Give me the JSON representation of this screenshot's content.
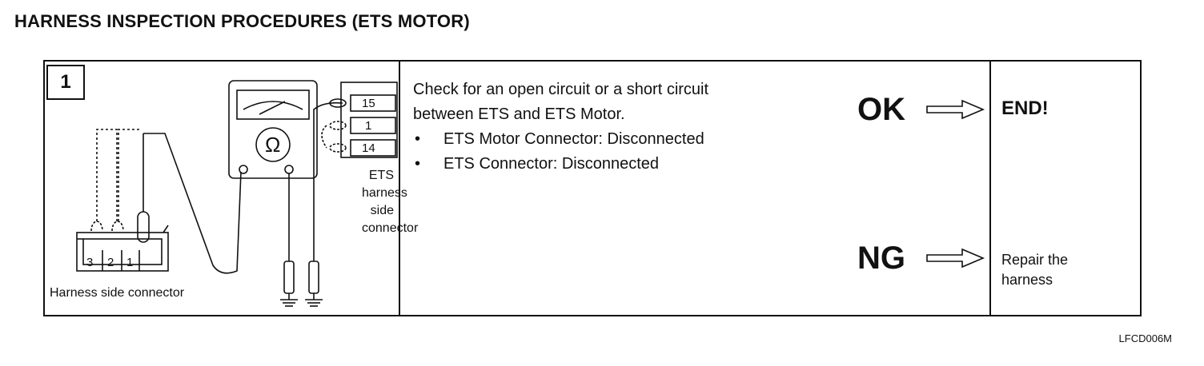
{
  "title": "HARNESS INSPECTION PROCEDURES (ETS MOTOR)",
  "step": {
    "number": "1"
  },
  "diagram": {
    "harness_side_label": "Harness side connector",
    "harness_pins": [
      "3",
      "2",
      "1"
    ],
    "ets_pins": [
      "15",
      "1",
      "14"
    ],
    "ets_label_lines": [
      "ETS",
      "harness",
      "side",
      "connector"
    ],
    "meter_symbol": "Ω"
  },
  "instruction": {
    "line1": "Check for an open circuit or a short circuit",
    "line2": "between ETS and ETS Motor.",
    "bullets": [
      "ETS Motor Connector: Disconnected",
      "ETS Connector: Disconnected"
    ]
  },
  "results": {
    "ok_label": "OK",
    "ok_result": "END!",
    "ng_label": "NG",
    "ng_result_line1": "Repair the",
    "ng_result_line2": "harness"
  },
  "figure_code": "LFCD006M"
}
